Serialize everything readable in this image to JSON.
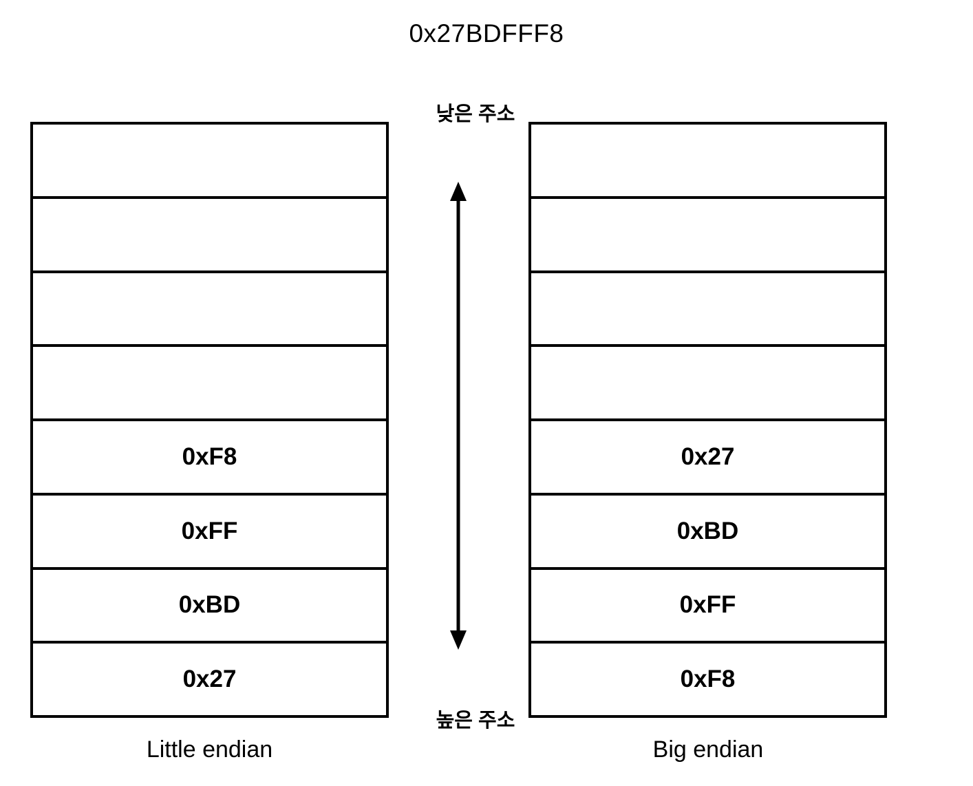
{
  "title": "0x27BDFFF8",
  "axis": {
    "low_address_label": "낮은 주소",
    "high_address_label": "높은 주소"
  },
  "columns": [
    {
      "label": "Little endian",
      "cells": [
        "",
        "",
        "",
        "",
        "0xF8",
        "0xFF",
        "0xBD",
        "0x27"
      ]
    },
    {
      "label": "Big endian",
      "cells": [
        "",
        "",
        "",
        "",
        "0x27",
        "0xBD",
        "0xFF",
        "0xF8"
      ]
    }
  ],
  "icons": {
    "arrow": "vertical-double-arrow"
  },
  "colors": {
    "background": "#ffffff",
    "line": "#000000",
    "text": "#000000"
  }
}
